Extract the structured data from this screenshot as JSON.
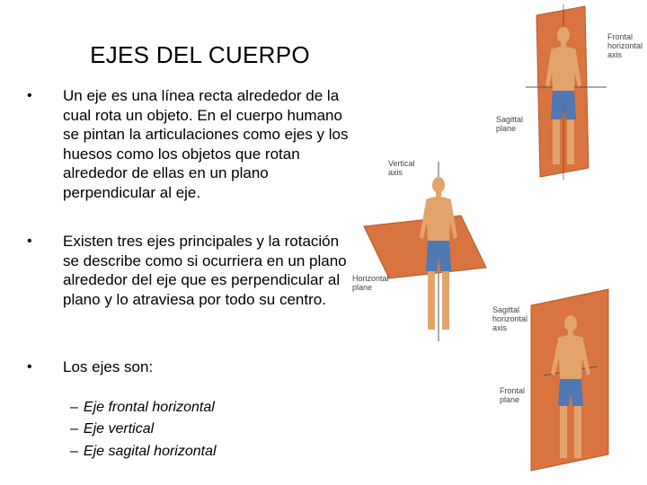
{
  "slide": {
    "title": "EJES DEL CUERPO",
    "bullets": [
      {
        "text": "Un eje es una línea recta alrededor de la cual rota un objeto. En el cuerpo humano se pintan la articulaciones como ejes y los huesos como los objetos que rotan alrededor de ellas en un plano perpendicular al eje."
      },
      {
        "text": "Existen tres ejes principales y la rotación se describe como si ocurriera en un plano alrededor del eje que es perpendicular al plano y lo atraviesa por todo su centro."
      },
      {
        "text": "Los ejes son:"
      }
    ],
    "sub_items": [
      "Eje frontal horizontal",
      "Eje vertical",
      "Eje sagital horizontal"
    ],
    "bullet_symbol": "•",
    "dash_symbol": "–"
  },
  "figures": {
    "top": {
      "label_axis": "Frontal horizontal axis",
      "label_plane": "Sagittal plane"
    },
    "middle": {
      "label_axis": "Vertical axis",
      "label_plane": "Horizontal plane"
    },
    "bottom": {
      "label_axis": "Sagittal horizontal axis",
      "label_plane": "Frontal plane"
    }
  },
  "colors": {
    "plane": "#d9733f",
    "plane_dark": "#b85a2c",
    "skin": "#e3a46c",
    "shorts": "#4f78b4"
  }
}
